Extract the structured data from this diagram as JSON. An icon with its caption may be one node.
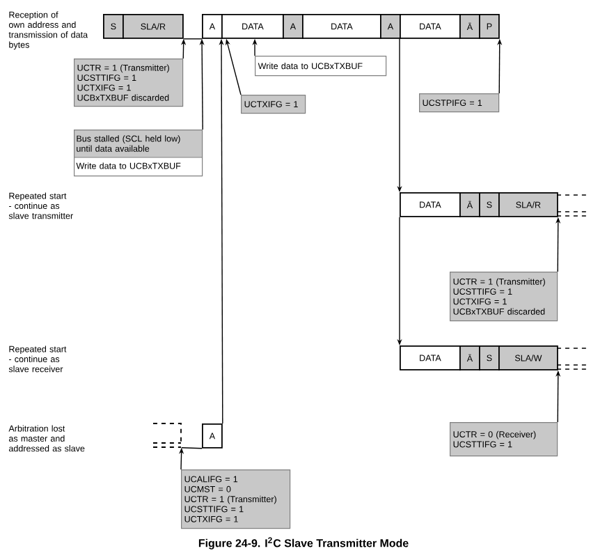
{
  "diagram": {
    "caption": "Figure 24-9. I$^{2}$C Slave Transmitter Mode",
    "nodes": [
      {
        "text": [
          "S"
        ]
      },
      {
        "text": [
          "SLA/R"
        ]
      },
      {
        "text": [
          "A"
        ]
      },
      {
        "text": [
          "DATA"
        ]
      },
      {
        "text": [
          "A"
        ]
      },
      {
        "text": [
          "DATA"
        ]
      },
      {
        "text": [
          "A"
        ]
      },
      {
        "text": [
          "DATA"
        ]
      },
      {
        "text": [
          "Ā"
        ]
      },
      {
        "text": [
          "P"
        ]
      },
      {
        "text": [
          "UCTR = 1 (Transmitter)",
          "UCSTTIFG = 1",
          "UCTXIFG = 1",
          "UCBxTXBUF discarded"
        ]
      },
      {
        "text": [
          "Bus stalled (SCL held low) until data available",
          "Write data to UCBxTXBUF"
        ]
      },
      {
        "text": [
          "UCTXIFG = 1"
        ]
      },
      {
        "text": [
          "Write data to UCBxTXBUF"
        ]
      },
      {
        "text": [
          "UCSTPIFG = 1"
        ]
      },
      {
        "text": [
          "DATA"
        ]
      },
      {
        "text": [
          "Ā"
        ]
      },
      {
        "text": [
          "S"
        ]
      },
      {
        "text": [
          "SLA/R"
        ]
      },
      {
        "text": [
          "UCTR = 1 (Transmitter)",
          "UCSTTIFG = 1",
          "UCTXIFG = 1",
          "UCBxTXBUF discarded"
        ]
      },
      {
        "text": [
          "DATA"
        ]
      },
      {
        "text": [
          "Ā"
        ]
      },
      {
        "text": [
          "S"
        ]
      },
      {
        "text": [
          "SLA/W"
        ]
      },
      {
        "text": [
          "UCTR = 0 (Receiver)",
          "UCSTTIFG = 1"
        ]
      },
      {
        "text": [],
        "shape": "box"
      },
      {
        "text": [
          "A"
        ]
      },
      {
        "text": [
          "UCALIFG = 1",
          "UCMST = 0",
          "UCTR = 1 (Transmitter)",
          "UCSTTIFG = 1",
          "UCTXIFG = 1"
        ]
      }
    ],
    "edges": [
      {
        "from": 10,
        "to": 1,
        "arrow": "to"
      },
      {
        "from": 1,
        "to": 2,
        "arrow": "none"
      },
      {
        "from": 11,
        "to": 2,
        "arrow": "to"
      },
      {
        "from": 12,
        "to": 3,
        "arrow": "to"
      },
      {
        "from": 13,
        "to": 3,
        "arrow": "to"
      },
      {
        "from": 14,
        "to": 9,
        "arrow": "to"
      },
      {
        "from": 7,
        "to": 15,
        "arrow": "to"
      },
      {
        "from": 15,
        "to": 20,
        "arrow": "to"
      },
      {
        "from": 19,
        "to": 18,
        "arrow": "to"
      },
      {
        "from": 24,
        "to": 23,
        "arrow": "to"
      },
      {
        "from": 25,
        "to": 26,
        "arrow": "none"
      },
      {
        "from": 27,
        "to": 25,
        "arrow": "to"
      },
      {
        "from": 26,
        "to": 3,
        "arrow": "to"
      }
    ],
    "labels": [
      "Reception of own address and transmission of data bytes",
      "Repeated start - continue as slave transmitter",
      "Repeated start - continue as slave receiver",
      "Arbitration lost as master and addressed as slave"
    ]
  }
}
